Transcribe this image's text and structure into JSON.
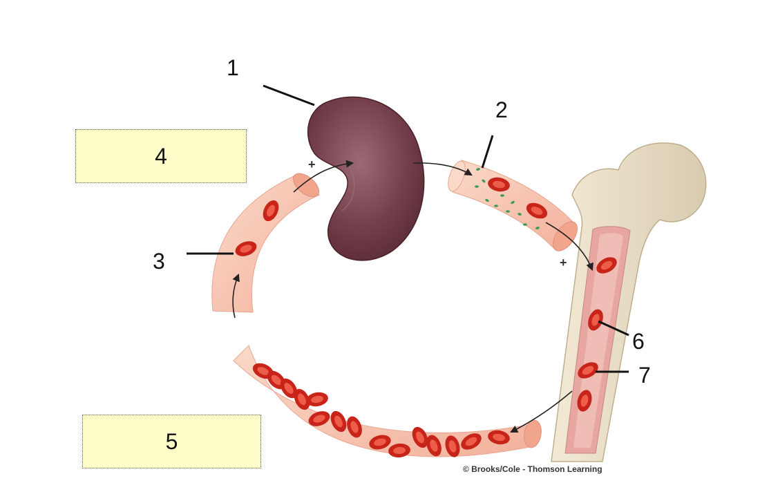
{
  "labels": {
    "l1": "1",
    "l2": "2",
    "l3": "3",
    "l4": "4",
    "l5": "5",
    "l6": "6",
    "l7": "7"
  },
  "signs": {
    "plus_left": "+",
    "plus_right": "+"
  },
  "credit": "© Brooks/Cole - Thomson Learning",
  "colors": {
    "kidney": "#6e3845",
    "vessel": "#f6c2ac",
    "rbc": "#d92f22",
    "bone": "#ece0c8",
    "marrow": "#e8a6a0",
    "box_fill": "#fefcc8",
    "epo_dots": "#3e9a55"
  }
}
